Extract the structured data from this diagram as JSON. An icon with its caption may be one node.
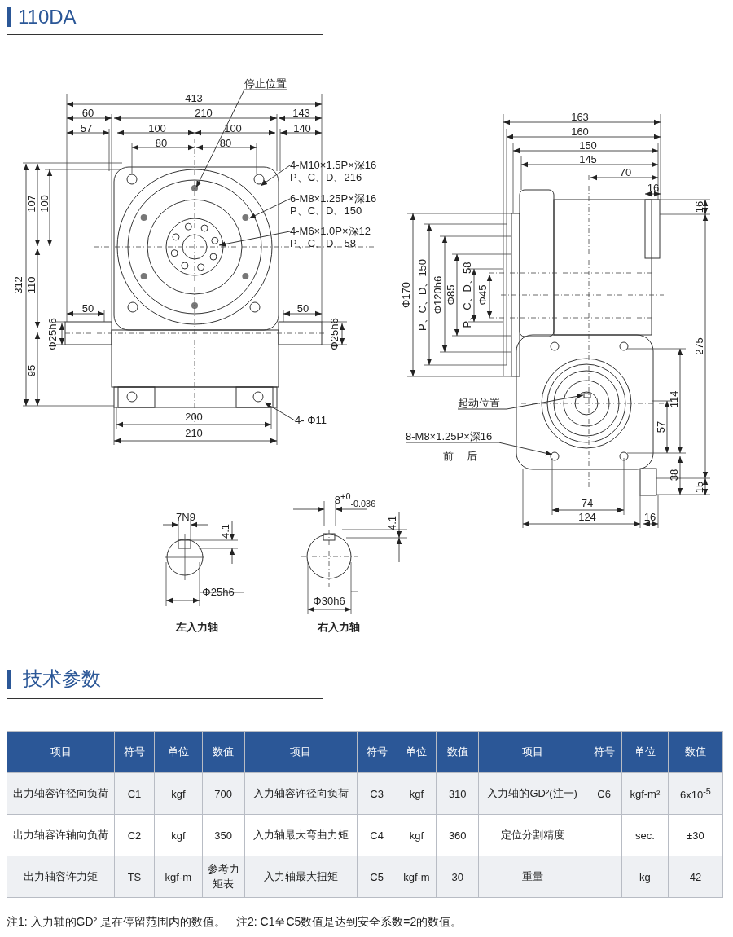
{
  "diagram": {
    "title": "110DA",
    "nodes": [
      {
        "text": [
          "停止位置"
        ]
      },
      {
        "text": [
          "4-M10×1.5P×深16",
          "P、C、D、216"
        ]
      },
      {
        "text": [
          "6-M8×1.25P×深16",
          "P、C、D、150"
        ]
      },
      {
        "text": [
          "4-M6×1.0P×深12",
          "P、C、D、58"
        ]
      },
      {
        "text": [
          "4- Φ11"
        ]
      },
      {
        "text": [
          "起动位置"
        ]
      },
      {
        "text": [
          "8-M8×1.25P×深16"
        ],
        "beside": [
          "前 后"
        ]
      }
    ],
    "edges": [
      {
        "from": 0,
        "to": null,
        "arrow": "to"
      },
      {
        "from": 1,
        "to": null,
        "arrow": "to"
      },
      {
        "from": 2,
        "to": null,
        "arrow": "to"
      },
      {
        "from": 3,
        "to": null,
        "arrow": "to"
      },
      {
        "from": 4,
        "to": null,
        "arrow": "to"
      },
      {
        "from": 5,
        "to": null,
        "arrow": "to"
      },
      {
        "from": 6,
        "to": null,
        "arrow": "to"
      }
    ],
    "labels": [
      "413",
      "60",
      "210",
      "143",
      "57",
      "100",
      "100",
      "140",
      "80",
      "80",
      "107",
      "100",
      "312",
      "110",
      "50",
      "50",
      "Φ25h6",
      "Φ25h6",
      "95",
      "200",
      "210",
      "163",
      "160",
      "150",
      "145",
      "70",
      "16",
      "16",
      "Φ170",
      "P、C、D、150",
      "Φ120h6",
      "Φ85",
      "P、C、D、58",
      "Φ45",
      "275",
      "114",
      "57",
      "38",
      "15",
      "8$^{+0}$$_{-0.036}$",
      "74",
      "7N9",
      "124",
      "16",
      "4.1",
      "4.1",
      "Φ25h6",
      "Φ30h6",
      "左入力轴",
      "右入力轴",
      "技术参数",
      "项目",
      "符号",
      "单位",
      "数值",
      "项目",
      "符号",
      "单位",
      "数值",
      "项目",
      "符号",
      "单位",
      "数值",
      "出力轴容许径向负荷",
      "C1",
      "kgf",
      "700",
      "入力轴容许径向负荷",
      "C3",
      "kgf",
      "310",
      "入力轴的GD²(注一)",
      "C6",
      "kgf-m²",
      "6x10$^{-5}$",
      "出力轴容许轴向负荷",
      "C2",
      "kgf",
      "350",
      "入力轴最大弯曲力矩",
      "C4",
      "kgf",
      "360",
      "定位分割精度",
      "sec.",
      "±30",
      "出力轴容许力矩",
      "TS",
      "kgf-m",
      "参考力矩表",
      "入力轴最大扭矩",
      "C5",
      "kgf-m",
      "30",
      "重量",
      "kg",
      "42",
      "注1: 入力轴的GD² 是在停留范围内的数值。",
      "注2: C1至C5数值是达到安全系数=2的数值。"
    ]
  }
}
